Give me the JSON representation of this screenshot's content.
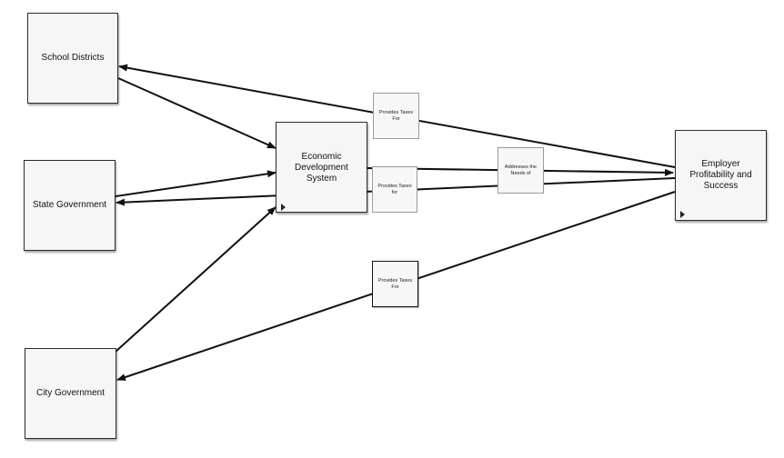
{
  "nodes": {
    "school_districts": "School Districts",
    "state_government": "State Government",
    "city_government": "City Government",
    "economic_development_system": "Economic Development System",
    "employer_profitability": "Employer Profitability and Success"
  },
  "link_labels": {
    "school_taxes": "Provides Taxes For",
    "state_taxes": "Provides Taxes for",
    "city_taxes": "Provides Taxes For",
    "addresses_needs": "Addresses the Needs of"
  }
}
